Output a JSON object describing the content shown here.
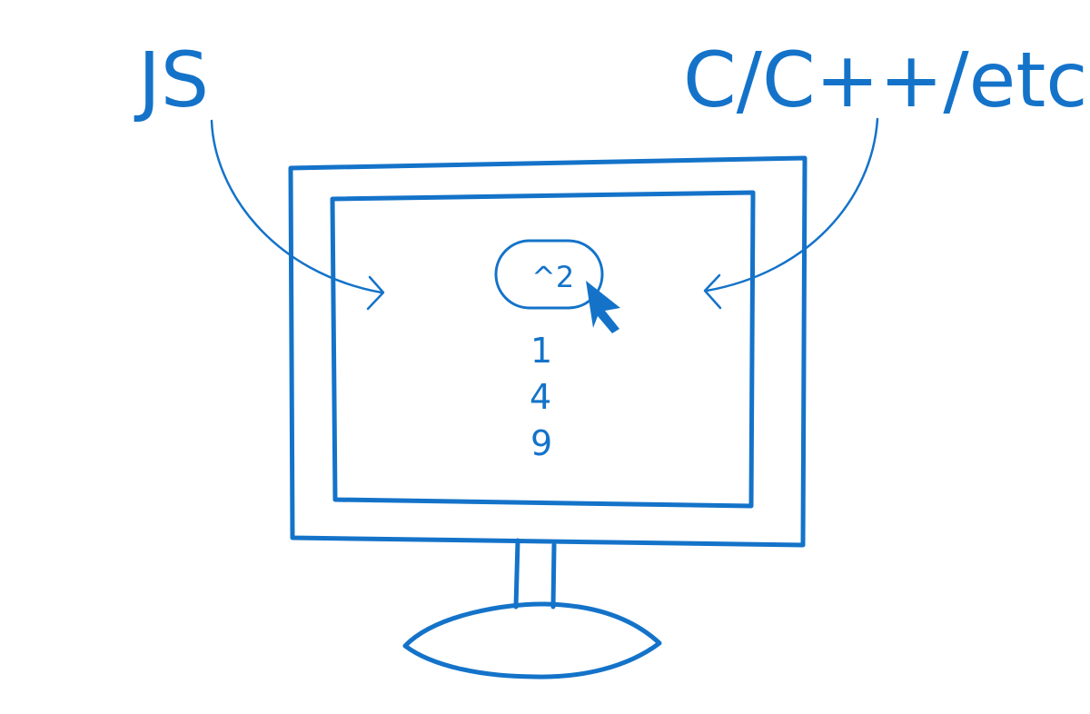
{
  "colors": {
    "ink": "#1473c9",
    "background": "#ffffff"
  },
  "labels": {
    "left_language": "JS",
    "right_language": "C/C++/etc"
  },
  "screen": {
    "button_label": "^2",
    "output_values": [
      "1",
      "4",
      "9"
    ]
  },
  "icons": {
    "cursor": "mouse-pointer-icon"
  }
}
